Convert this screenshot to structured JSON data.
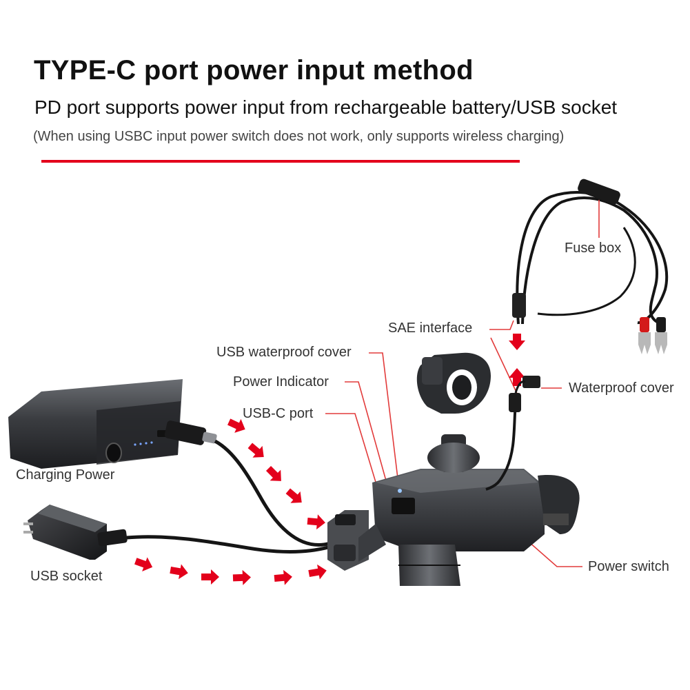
{
  "header": {
    "title": "TYPE-C port power input method",
    "subtitle": "PD port supports power input from rechargeable battery/USB socket",
    "note": "(When using USBC input power switch does not work, only supports wireless charging)"
  },
  "labels": {
    "fuse_box": "Fuse box",
    "sae_interface": "SAE interface",
    "usb_waterproof_cover": "USB waterproof cover",
    "power_indicator": "Power Indicator",
    "usb_c_port": "USB-C port",
    "waterproof_cover": "Waterproof cover",
    "charging_power": "Charging Power",
    "usb_socket": "USB socket",
    "power_switch": "Power switch"
  },
  "colors": {
    "accent": "#e3001b",
    "leader_line": "#e23a3a",
    "device_dark": "#2b2d30",
    "cable": "#151515"
  }
}
